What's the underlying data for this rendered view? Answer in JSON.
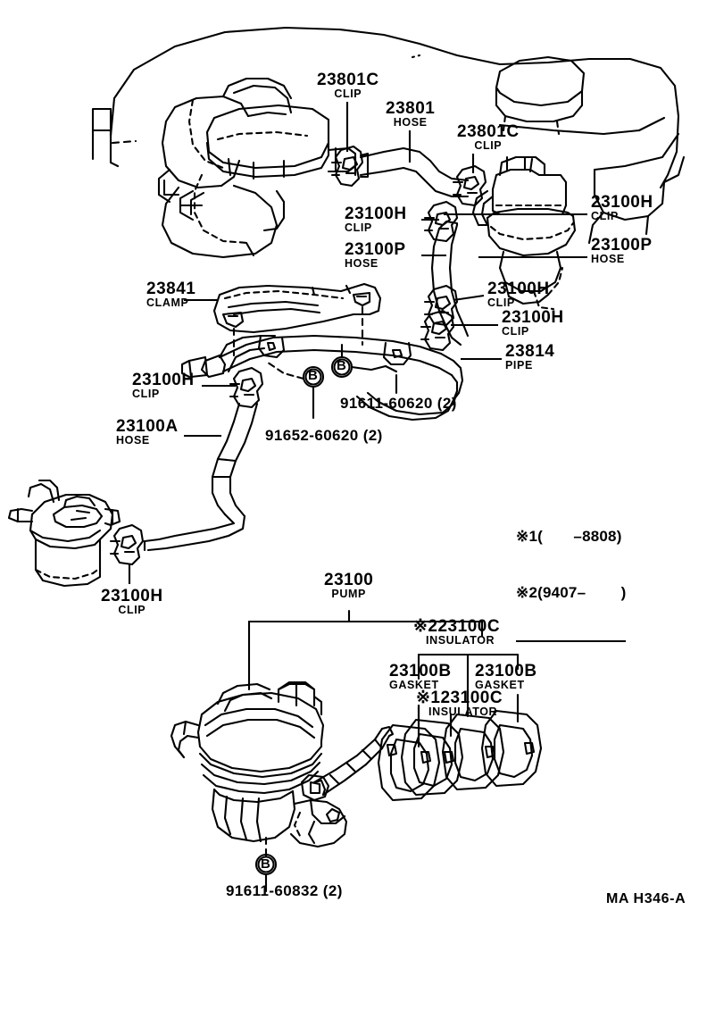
{
  "diagram": {
    "code": "MA H346-A",
    "note": {
      "line1": "※1(       –8808)",
      "line2": "※2(9407–        )"
    }
  },
  "labels": {
    "clip_23801c_left": {
      "part": "23801C",
      "name": "CLIP"
    },
    "hose_23801": {
      "part": "23801",
      "name": "HOSE"
    },
    "clip_23801c_right": {
      "part": "23801C",
      "name": "CLIP"
    },
    "clip_23100h_top_right": {
      "part": "23100H",
      "name": "CLIP"
    },
    "hose_23100p_right": {
      "part": "23100P",
      "name": "HOSE"
    },
    "clip_23100h_mid_left": {
      "part": "23100H",
      "name": "CLIP"
    },
    "hose_23100p_left": {
      "part": "23100P",
      "name": "HOSE"
    },
    "clip_23100h_mid1": {
      "part": "23100H",
      "name": "CLIP"
    },
    "clip_23100h_mid2": {
      "part": "23100H",
      "name": "CLIP"
    },
    "pipe_23814": {
      "part": "23814",
      "name": "PIPE"
    },
    "clamp_23841": {
      "part": "23841",
      "name": "CLAMP"
    },
    "clip_23100h_left": {
      "part": "23100H",
      "name": "CLIP"
    },
    "hose_23100a": {
      "part": "23100A",
      "name": "HOSE"
    },
    "clip_23100h_filter": {
      "part": "23100H",
      "name": "CLIP"
    },
    "pump_23100": {
      "part": "23100",
      "name": "PUMP"
    },
    "insulator_upper": {
      "part": "※223100C",
      "name": "INSULATOR"
    },
    "gasket_left": {
      "part": "23100B",
      "name": "GASKET"
    },
    "gasket_right": {
      "part": "23100B",
      "name": "GASKET"
    },
    "insulator_lower": {
      "part": "※123100C",
      "name": "INSULATOR"
    }
  },
  "bolts": {
    "b_91652": "91652-60620 (2)",
    "b_91611_60620": "91611-60620 (2)",
    "b_91611_60832": "91611-60832 (2)",
    "marker_letter": "B"
  }
}
